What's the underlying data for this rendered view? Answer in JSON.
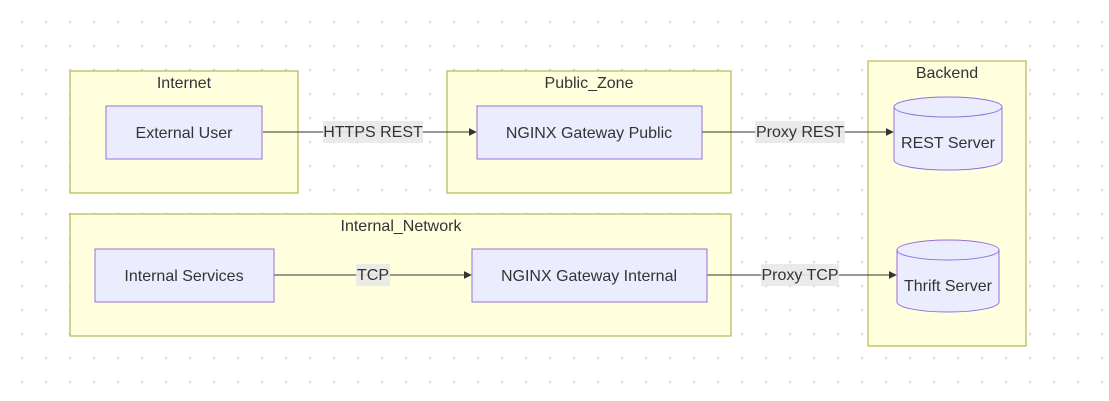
{
  "clusters": {
    "internet": "Internet",
    "public_zone": "Public_Zone",
    "backend": "Backend",
    "internal_network": "Internal_Network"
  },
  "nodes": {
    "external_user": "External User",
    "nginx_public": "NGINX Gateway Public",
    "rest_server": "REST Server",
    "internal_services": "Internal Services",
    "nginx_internal": "NGINX Gateway Internal",
    "thrift_server": "Thrift Server"
  },
  "edges": {
    "https_rest": "HTTPS REST",
    "proxy_rest": "Proxy REST",
    "tcp": "TCP",
    "proxy_tcp": "Proxy TCP"
  },
  "colors": {
    "cluster_fill": "#ffffde",
    "cluster_stroke": "#aaaa33",
    "node_fill": "#ececff",
    "node_stroke": "#9370db",
    "edge": "#333333",
    "edge_label_bg": "#e8e8e8"
  }
}
